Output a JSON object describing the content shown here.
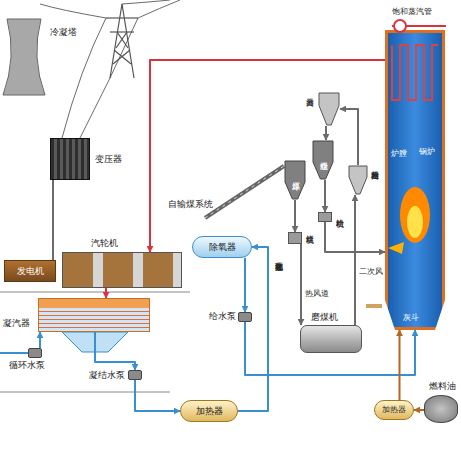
{
  "diagram": {
    "nodes": [
      {
        "text": [
          "冷凝塔"
        ]
      },
      {
        "text": [
          "变压器"
        ]
      },
      {
        "text": [
          "汽轮机"
        ]
      },
      {
        "text": [
          "发电机"
        ]
      },
      {
        "text": [
          "凝汽器"
        ]
      },
      {
        "text": [
          "循环水泵"
        ]
      },
      {
        "text": [
          "凝结水泵"
        ]
      },
      {
        "text": [
          "加热器"
        ]
      },
      {
        "text": [
          "除氧器"
        ]
      },
      {
        "text": [
          "给水泵"
        ]
      },
      {
        "text": [
          "原煤斗"
        ]
      },
      {
        "text": [
          "给煤机"
        ]
      },
      {
        "text": [
          "磨煤机"
        ]
      },
      {
        "text": [
          "粗粉分离器"
        ]
      },
      {
        "text": [
          "分离器"
        ]
      },
      {
        "text": [
          "煤粉仓"
        ]
      },
      {
        "text": [
          "给粉机"
        ]
      },
      {
        "text": [
          "锅炉"
        ]
      },
      {
        "text": [
          "加热器"
        ]
      },
      {
        "text": [
          "燃料油"
        ]
      }
    ],
    "edges": [
      {
        "from": 17,
        "to": 2,
        "arrow": "to"
      },
      {
        "from": 2,
        "to": 4,
        "arrow": "to"
      },
      {
        "from": 4,
        "to": 6,
        "arrow": "to"
      },
      {
        "from": 6,
        "to": 7,
        "arrow": "to"
      },
      {
        "from": 7,
        "to": 8,
        "arrow": "to"
      },
      {
        "from": 8,
        "to": 9,
        "arrow": "to"
      },
      {
        "from": 9,
        "to": 17,
        "arrow": "to"
      },
      {
        "from": 5,
        "to": 4,
        "arrow": "to"
      },
      {
        "from": 3,
        "to": 1,
        "arrow": "none"
      },
      {
        "from": 10,
        "to": 11,
        "arrow": "to"
      },
      {
        "from": 11,
        "to": 12,
        "arrow": "to"
      },
      {
        "from": 12,
        "to": 13,
        "arrow": "to"
      },
      {
        "from": 13,
        "to": 14,
        "arrow": "to"
      },
      {
        "from": 14,
        "to": 15,
        "arrow": "to"
      },
      {
        "from": 15,
        "to": 16,
        "arrow": "to"
      },
      {
        "from": 16,
        "to": 17,
        "arrow": "to"
      },
      {
        "from": 19,
        "to": 18,
        "arrow": "to"
      },
      {
        "from": 18,
        "to": 17,
        "arrow": "to"
      }
    ],
    "labels": [
      "饱和蒸汽管",
      "炉膛",
      "灰斗",
      "二次风",
      "热风道",
      "自输煤系统",
      "补充水化学处理"
    ]
  }
}
